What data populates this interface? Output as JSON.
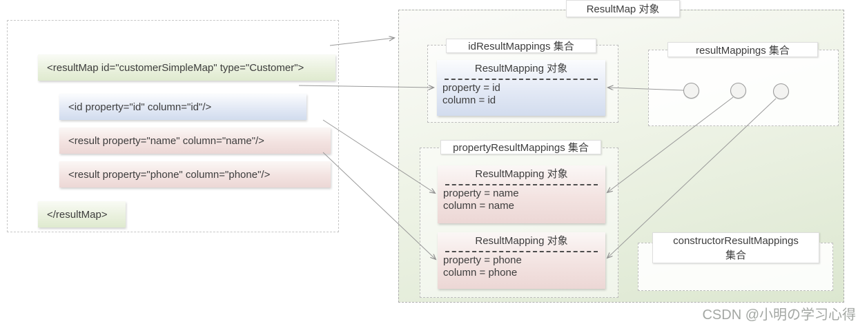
{
  "left_panel": {
    "lines": [
      {
        "text": "<resultMap id=\"customerSimpleMap\" type=\"Customer\">",
        "kind": "green"
      },
      {
        "text": "<id property=\"id\" column=\"id\"/>",
        "kind": "blue"
      },
      {
        "text": "<result property=\"name\" column=\"name\"/>",
        "kind": "pink"
      },
      {
        "text": "<result property=\"phone\" column=\"phone\"/>",
        "kind": "pink"
      },
      {
        "text": "</resultMap>",
        "kind": "green"
      }
    ]
  },
  "result_map_box": {
    "title": "ResultMap 对象",
    "id_result_mappings": {
      "label": "idResultMappings 集合",
      "object": {
        "title": "ResultMapping 对象",
        "lines": [
          "property = id",
          "column = id"
        ]
      }
    },
    "result_mappings": {
      "label": "resultMappings 集合",
      "circle_count": 3
    },
    "property_result_mappings": {
      "label": "propertyResultMappings 集合",
      "objects": [
        {
          "title": "ResultMapping 对象",
          "lines": [
            "property = name",
            "column = name"
          ]
        },
        {
          "title": "ResultMapping 对象",
          "lines": [
            "property = phone",
            "column = phone"
          ]
        }
      ]
    },
    "constructor_result_mappings": {
      "label_line1": "constructorResultMappings",
      "label_line2": "集合"
    }
  },
  "watermark": "CSDN @小明の学习心得",
  "colors": {
    "green_box": "#dfeacf",
    "blue_box": "#d2dcee",
    "pink_box": "#ecd7d5",
    "container_green": "#dce7d0",
    "arrow_gray": "#8f8f8f",
    "text": "#3d3d3d",
    "watermark": "#a3a7a3"
  }
}
